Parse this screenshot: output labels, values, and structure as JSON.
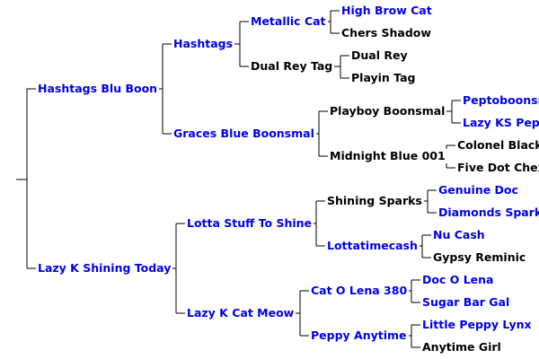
{
  "colors": {
    "link": "#0000ee",
    "plain": "#000000",
    "lines": "#000000",
    "background": "#ffffff"
  },
  "pedigree": {
    "sire": {
      "name": "Hashtags Blu Boon",
      "sire": {
        "name": "Hashtags",
        "sire": {
          "name": "Metallic Cat",
          "sire": "High Brow Cat",
          "dam": "Chers Shadow"
        },
        "dam": {
          "name": "Dual Rey Tag",
          "sire": "Dual Rey",
          "dam": "Playin Tag"
        }
      },
      "dam": {
        "name": "Graces Blue Boonsmal",
        "sire": {
          "name": "Playboy Boonsmal",
          "sire": "Peptoboonsmal",
          "dam": "Lazy KS Pepp"
        },
        "dam": {
          "name": "Midnight Blue 001",
          "sire": "Colonel Black",
          "dam": "Five Dot Chex"
        }
      }
    },
    "dam": {
      "name": "Lazy K Shining Today",
      "sire": {
        "name": "Lotta Stuff To Shine",
        "sire": {
          "name": "Shining Sparks",
          "sire": "Genuine Doc",
          "dam": "Diamonds Sparkl"
        },
        "dam": {
          "name": "Lottatimecash",
          "sire": "Nu Cash",
          "dam": "Gypsy Reminic"
        }
      },
      "dam": {
        "name": "Lazy K Cat Meow",
        "sire": {
          "name": "Cat O Lena 380",
          "sire": "Doc O Lena",
          "dam": "Sugar Bar Gal"
        },
        "dam": {
          "name": "Peppy Anytime",
          "sire": "Little Peppy Lynx",
          "dam": "Anytime Girl"
        }
      }
    }
  }
}
